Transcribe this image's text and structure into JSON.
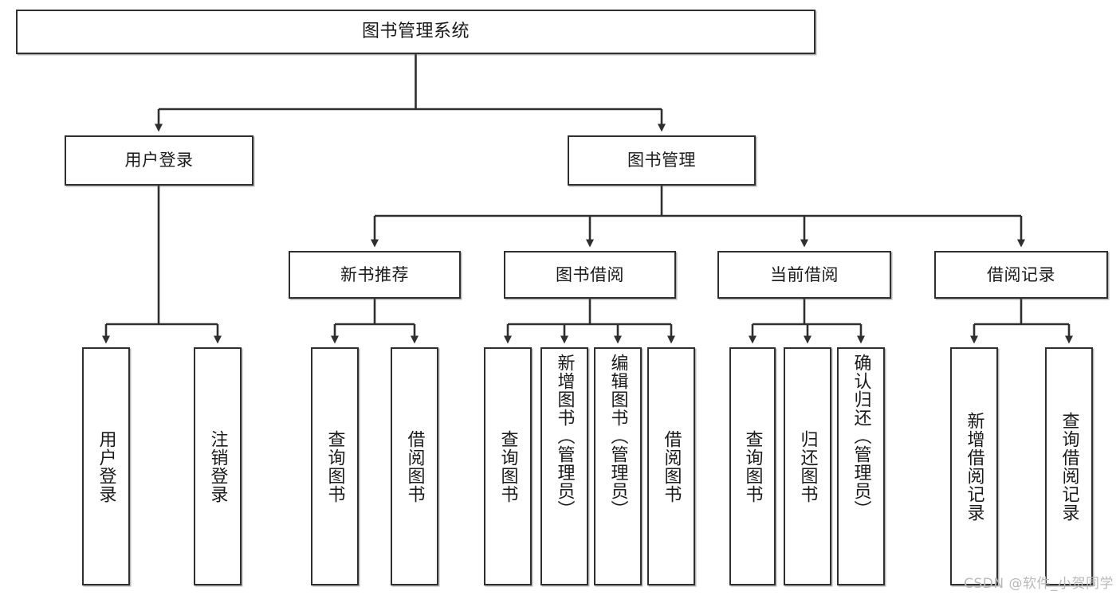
{
  "diagram": {
    "type": "tree",
    "title": "图书管理系统",
    "style": {
      "box_border_color": "#2f2f2f",
      "box_fill_color": "#ffffff",
      "edge_color": "#2f2f2f",
      "text_color": "#1a1a1a",
      "background": "#ffffff",
      "watermark_color": "#b9b9b9"
    },
    "root": {
      "label": "图书管理系统"
    },
    "level2": [
      {
        "label": "用户登录"
      },
      {
        "label": "图书管理"
      }
    ],
    "level3": [
      {
        "label": "新书推荐"
      },
      {
        "label": "图书借阅"
      },
      {
        "label": "当前借阅"
      },
      {
        "label": "借阅记录"
      }
    ],
    "leaves": {
      "user_login": [
        {
          "label": "用户登录"
        },
        {
          "label": "注销登录"
        }
      ],
      "new_book_recommend": [
        {
          "label": "查询图书"
        },
        {
          "label": "借阅图书"
        }
      ],
      "book_borrow": [
        {
          "label": "查询图书"
        },
        {
          "label": "新增图书（管理员）"
        },
        {
          "label": "编辑图书（管理员）"
        },
        {
          "label": "借阅图书"
        }
      ],
      "current_borrow": [
        {
          "label": "查询图书"
        },
        {
          "label": "归还图书"
        },
        {
          "label": "确认归还（管理员）"
        }
      ],
      "borrow_record": [
        {
          "label": "新增借阅记录"
        },
        {
          "label": "查询借阅记录"
        }
      ]
    }
  },
  "watermark": {
    "text": "CSDN @软件_小贺同学"
  }
}
